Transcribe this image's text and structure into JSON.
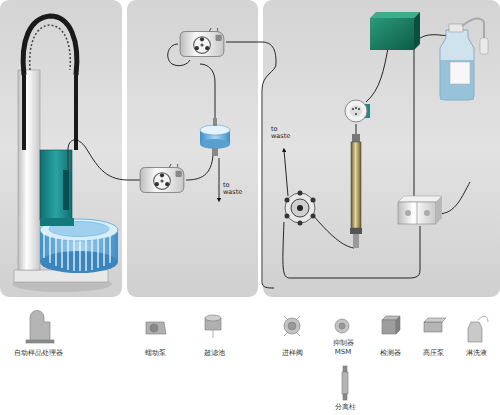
{
  "diagram": {
    "labels": [
      "to waste",
      "to waste"
    ],
    "legend": [
      {
        "text": "自动样品处理器"
      },
      {
        "text": "蠕动泵"
      },
      {
        "text": "超滤池"
      },
      {
        "text": "进样阀"
      },
      {
        "text": "抑制器 MSM"
      },
      {
        "text": "检测器"
      },
      {
        "text": "高压泵"
      },
      {
        "text": "淋洗液"
      },
      {
        "text": "分离柱"
      }
    ]
  }
}
